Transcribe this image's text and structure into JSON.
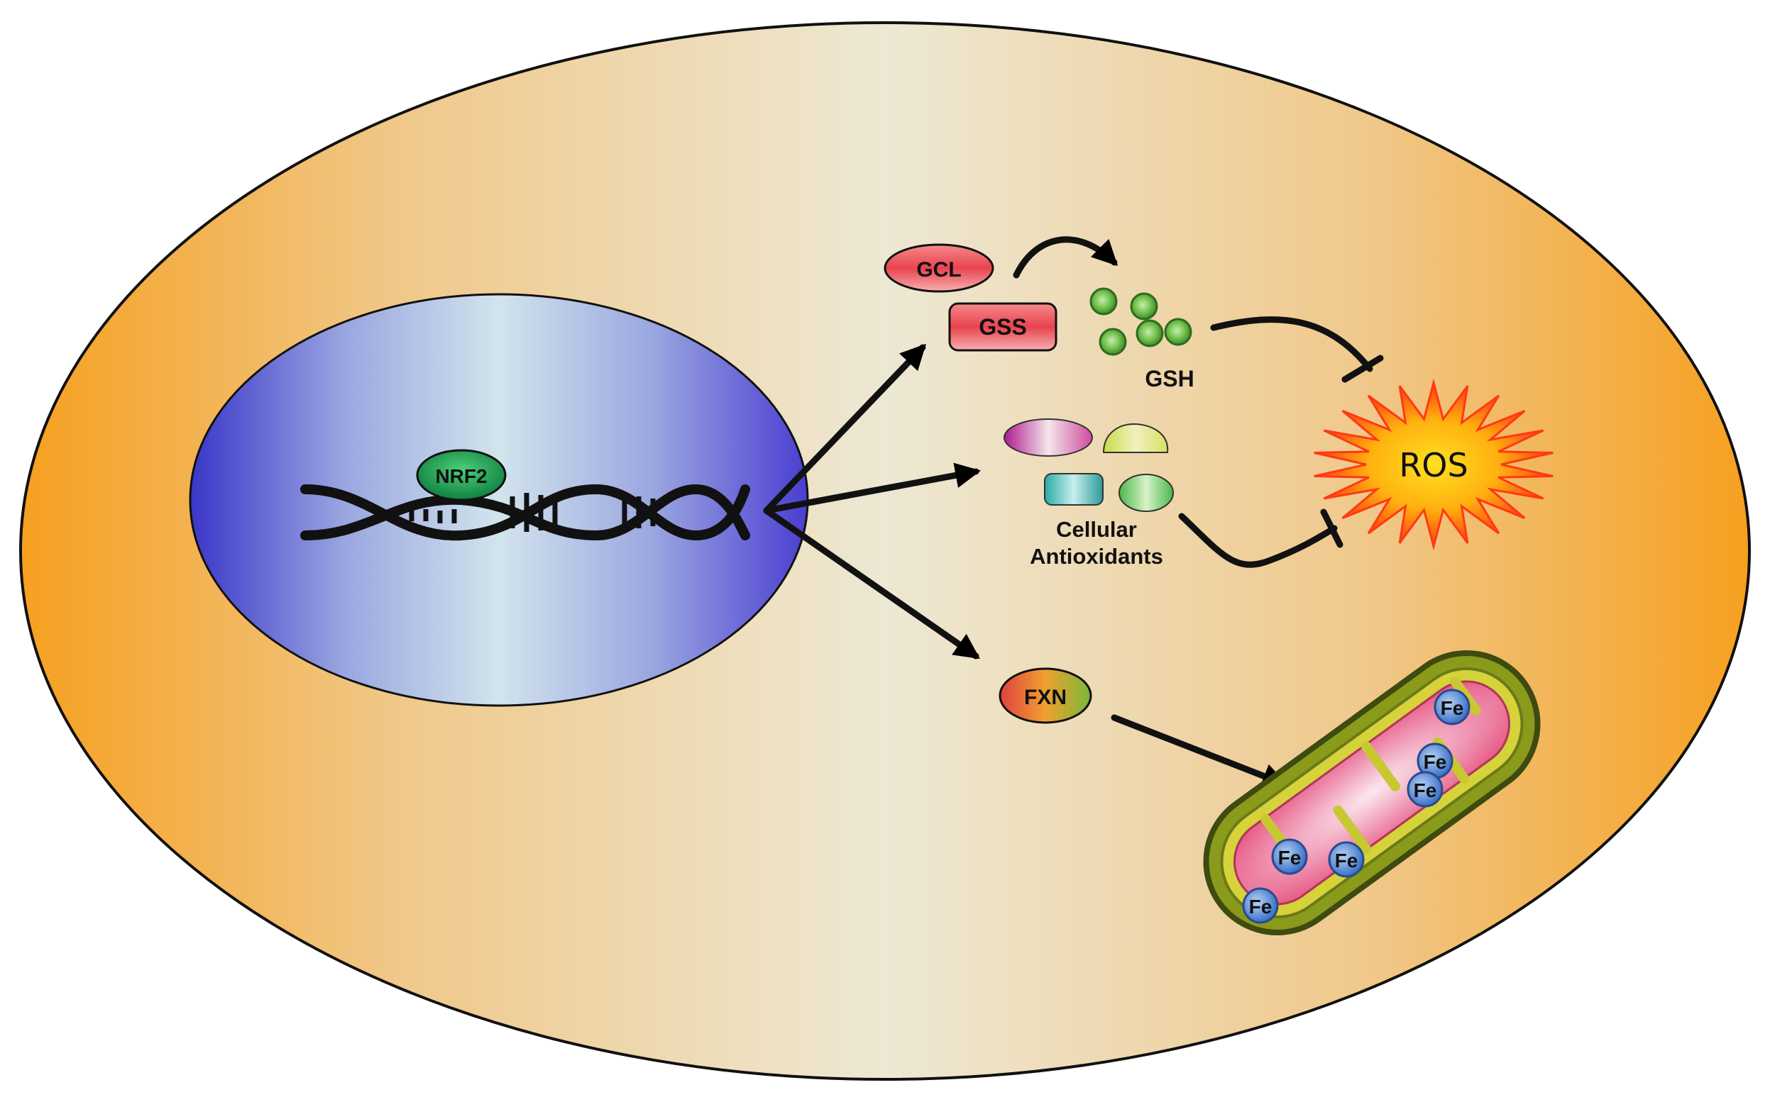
{
  "labels": {
    "nrf2": "NRF2",
    "gcl": "GCL",
    "gss": "GSS",
    "gsh": "GSH",
    "cellular_antioxidants_line1": "Cellular",
    "cellular_antioxidants_line2": "Antioxidants",
    "ros": "ROS",
    "fxn": "FXN",
    "fe": "Fe"
  },
  "colors": {
    "cell_center": "#ede8d4",
    "cell_edge": "#f6a01f",
    "nucleus_center": "#d2e4ec",
    "nucleus_edge": "#3a36c8",
    "nrf2": "#1a9a4a",
    "gcl_gss": "#e8434e",
    "gsh": "#6fbf4a",
    "ros_outer": "#ff3a12",
    "ros_inner": "#ffd320",
    "mito_outer": "#6b7a18",
    "mito_inner": "#e8608a",
    "fe": "#5b8fd6"
  }
}
